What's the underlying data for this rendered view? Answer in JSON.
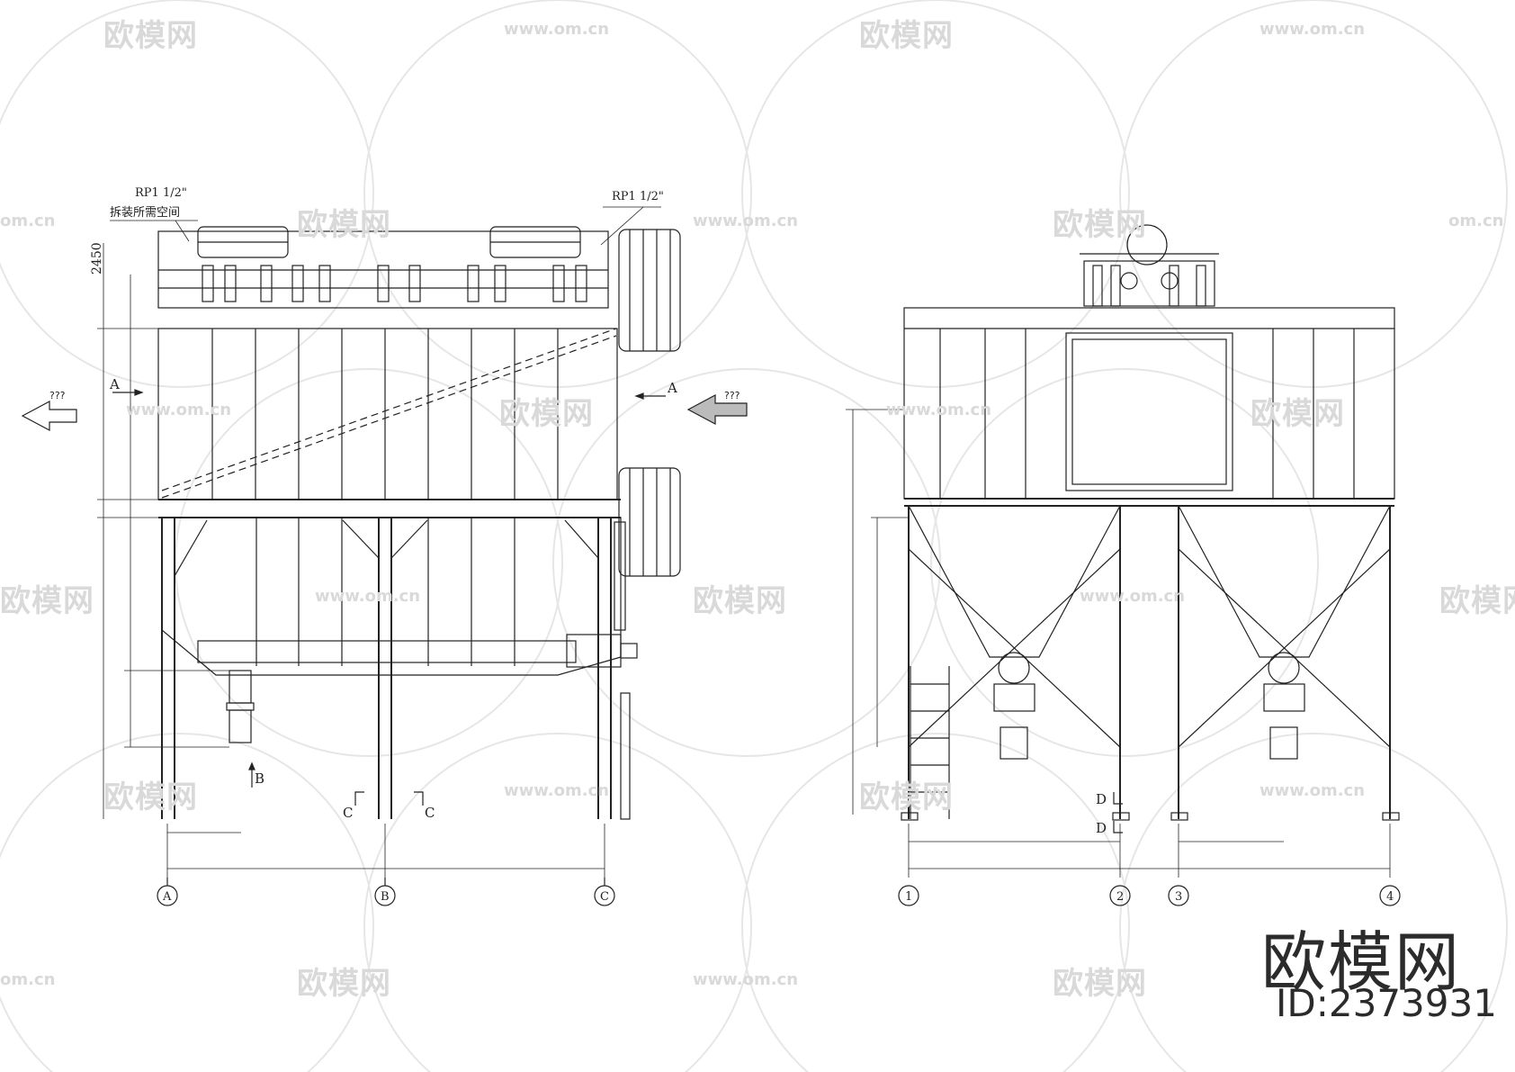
{
  "watermark": {
    "logo_text": "欧模网",
    "url_text": "www.om.cn",
    "url_fragment": "om.cn"
  },
  "brand": {
    "name": "欧模网",
    "id_label": "ID:2373931"
  },
  "left_view": {
    "pipe_label_left": "RP1 1/2\"",
    "pipe_label_right": "RP1 1/2\"",
    "maintenance_note": "拆装所需空间",
    "height_dim": "2450",
    "section_a_left": "A",
    "section_a_right": "A",
    "flow_arrow_left": "???",
    "flow_arrow_right": "???",
    "section_b": "B",
    "section_c_left": "C",
    "section_c_right": "C",
    "axes": [
      "A",
      "B",
      "C"
    ]
  },
  "right_view": {
    "section_d_top": "D",
    "section_d_bottom": "D",
    "axes": [
      "1",
      "2",
      "3",
      "4"
    ]
  }
}
